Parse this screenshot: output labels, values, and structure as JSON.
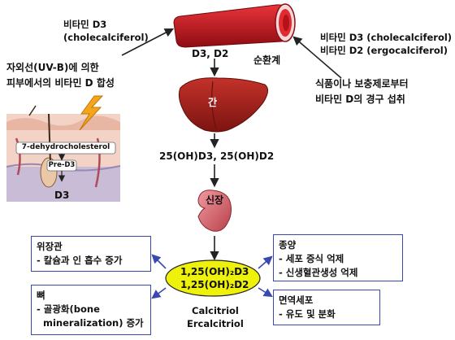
{
  "top_left": {
    "line1": "비타민 D3",
    "line2": "(cholecalciferol)"
  },
  "uvb": {
    "line1": "자외선(UV-B)에 의한",
    "line2": "피부에서의 비타민 D 합성"
  },
  "skin": {
    "label1": "7-dehydrocholesterol",
    "label2": "Pre-D3",
    "label3": "D3"
  },
  "vessel": {
    "label": "D3, D2",
    "circulation": "순환계"
  },
  "diet": {
    "d3": "비타민 D3 (cholecalciferol)",
    "d2": "비타민 D2 (ergocalciferol)",
    "line1": "식품이나 보충제로부터",
    "line2": "비타민 D의 경구 섭취"
  },
  "liver": {
    "label": "간",
    "output": "25(OH)D3, 25(OH)D2"
  },
  "kidney": {
    "label": "신장"
  },
  "center": {
    "line1": "1,25(OH)₂D3",
    "line2": "1,25(OH)₂D2",
    "name1": "Calcitriol",
    "name2": "Ercalcitriol"
  },
  "boxes": {
    "gut": {
      "title": "위장관",
      "item": "- 칼슘과 인 흡수 증가"
    },
    "bone": {
      "title": "뼈",
      "item1": "- 골광화(bone",
      "item2": "  mineralization) 증가"
    },
    "tumor": {
      "title": "종양",
      "item1": "- 세포 증식 억제",
      "item2": "- 신생혈관생성 억제"
    },
    "immune": {
      "title": "면역세포",
      "item": "- 유도 및 분화"
    }
  },
  "colors": {
    "box_border": "#3a49b0",
    "ellipse": "#eef20a",
    "liver": "#a8201a",
    "kidney": "#d86068",
    "arrow": "#222222",
    "vessel": "#c2141b"
  }
}
